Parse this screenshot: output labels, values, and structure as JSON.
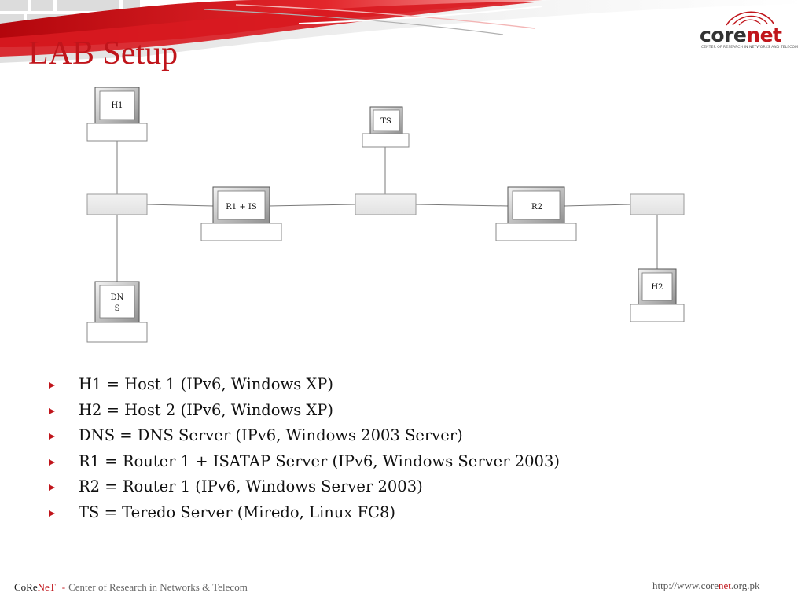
{
  "slide": {
    "title": "LAB Setup"
  },
  "logo": {
    "word_part1": "core",
    "word_part2": "net",
    "tagline": "CENTER OF RESEARCH IN NETWORKS AND TELECOM"
  },
  "diagram": {
    "nodes": {
      "h1": "H1",
      "ts": "TS",
      "r1": "R1 + IS",
      "r2": "R2",
      "h2": "H2",
      "dns_line1": "DN",
      "dns_line2": "S"
    }
  },
  "bullets": [
    "H1 = Host 1 (IPv6, Windows XP)",
    "H2 = Host 2 (IPv6, Windows XP)",
    "DNS = DNS Server (IPv6, Windows 2003 Server)",
    "R1 = Router 1 + ISATAP Server (IPv6, Windows Server 2003)",
    "R2 = Router 1 (IPv6, Windows Server 2003)",
    "TS = Teredo Server (Miredo, Linux FC8)"
  ],
  "footer": {
    "brand_part1": "CoRe",
    "brand_part2": "NeT",
    "dash": "-",
    "tagline": "Center of Research in Networks & Telecom",
    "url_part1": "http://www.",
    "url_part2": "core",
    "url_part3": "net",
    "url_part4": ".org.pk"
  },
  "colors": {
    "accent": "#c0151b",
    "swoosh_light": "#e8e8e8"
  }
}
